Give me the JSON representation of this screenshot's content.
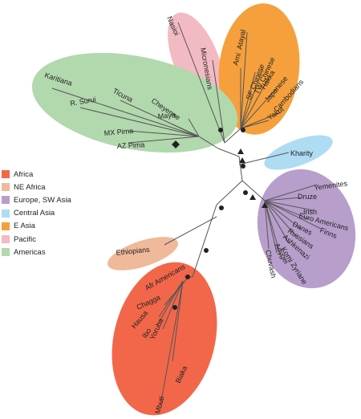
{
  "legend": [
    {
      "label": "Africa",
      "color": "#f2674a"
    },
    {
      "label": "NE Africa",
      "color": "#efb99a"
    },
    {
      "label": "Europe, SW Asia",
      "color": "#b79ecb"
    },
    {
      "label": "Central Asia",
      "color": "#aedcf3"
    },
    {
      "label": "E Asia",
      "color": "#f5a03c"
    },
    {
      "label": "Pacific",
      "color": "#f2bac3"
    },
    {
      "label": "Americas",
      "color": "#b2d8ae"
    }
  ],
  "groups": {
    "pacific": [
      "Nasioi",
      "Micronesians"
    ],
    "east_asia": [
      "Atayal",
      "Ami",
      "SF Chinese",
      "TW Chinese",
      "Hakka",
      "Japanese",
      "Cambodians",
      "Yakut"
    ],
    "americas": [
      "Karitiana",
      "Ticuna",
      "R. Surui",
      "Cheyenne",
      "Maya",
      "MX Pima",
      "AZ Pima"
    ],
    "central_asia": [
      "Kharity"
    ],
    "europe_sw_asia": [
      "Yemenites",
      "Druze",
      "Irish",
      "Euro Americans",
      "Finns",
      "Danes",
      "Russians",
      "Ashkenazi",
      "Adygei",
      "Komi Zyriane",
      "Chuvash"
    ],
    "ne_africa": [
      "Ethiopians"
    ],
    "africa": [
      "Afr Americans",
      "Chagga",
      "Hausa",
      "Ibo",
      "Yoruba",
      "Biaka",
      "Mbuti"
    ]
  },
  "marker_icons": [
    "dot",
    "triangle",
    "diamond"
  ]
}
